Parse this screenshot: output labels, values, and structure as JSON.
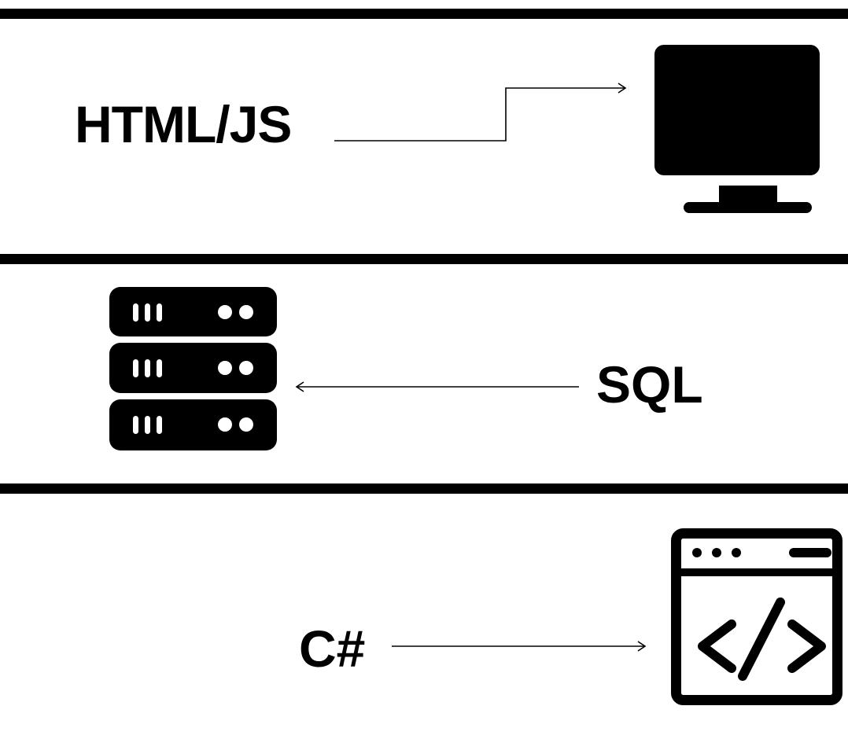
{
  "rows": [
    {
      "label": "HTML/JS",
      "icon": "monitor-icon"
    },
    {
      "label": "SQL",
      "icon": "server-rack-icon"
    },
    {
      "label": "C#",
      "icon": "code-window-icon"
    }
  ],
  "colors": {
    "ink": "#000000",
    "background": "#ffffff"
  }
}
